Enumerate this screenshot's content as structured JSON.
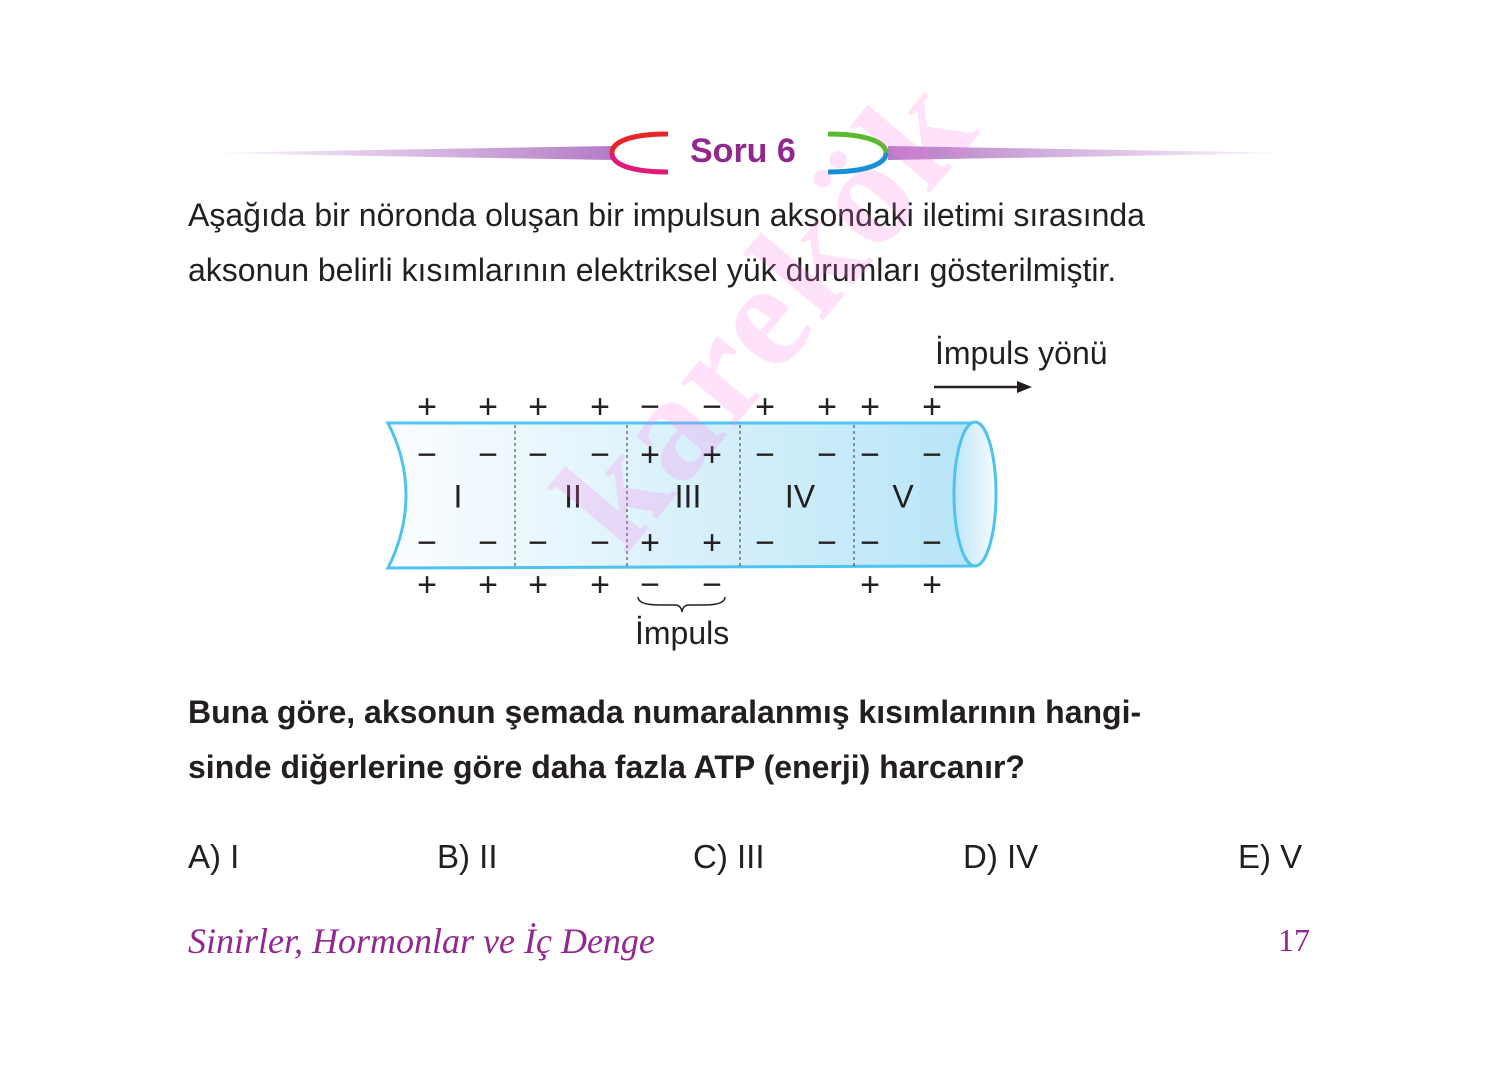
{
  "header": {
    "title": "Soru 6"
  },
  "intro": [
    "Aşağıda bir nöronda oluşan bir impulsun aksondaki iletimi sırasında",
    "aksonun belirli kısımlarının elektriksel yük durumları gösterilmiştir."
  ],
  "diagram": {
    "direction_label": "İmpuls yönü",
    "impulse_label": "İmpuls",
    "segments": [
      "I",
      "II",
      "III",
      "IV",
      "V"
    ],
    "top_outer": [
      "+",
      "+",
      "+",
      "+",
      "−",
      "−",
      "+",
      "+",
      "+",
      "+"
    ],
    "top_inner": [
      "−",
      "−",
      "−",
      "−",
      "+",
      "+",
      "−",
      "−",
      "−",
      "−"
    ],
    "bottom_inner": [
      "−",
      "−",
      "−",
      "−",
      "+",
      "+",
      "−",
      "−",
      "−",
      "−"
    ],
    "bottom_outer": [
      "+",
      "+",
      "+",
      "+",
      "−",
      "−",
      "",
      "",
      "+",
      "+"
    ]
  },
  "question": [
    "Buna göre, aksonun şemada numaralanmış kısımlarının hangi-",
    "sinde diğerlerine göre daha fazla ATP (enerji) harcanır?"
  ],
  "options": [
    "A) I",
    "B) II",
    "C) III",
    "D) IV",
    "E) V"
  ],
  "footer": {
    "book_title": "Sinirler, Hormonlar ve İç Denge",
    "page_number": "17"
  },
  "watermark": "karekök",
  "colors": {
    "accent": "#92278f",
    "tube": "#4fc3ef"
  }
}
